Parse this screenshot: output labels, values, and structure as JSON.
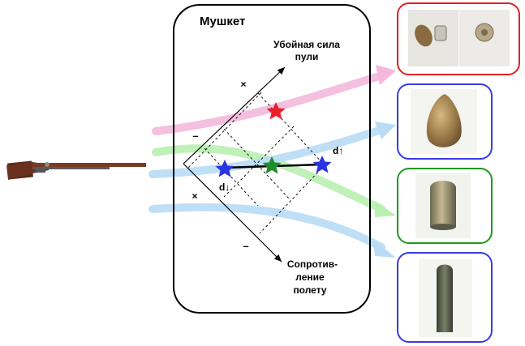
{
  "panel": {
    "title": "Мушкет",
    "axis_top_line1": "Убойная сила",
    "axis_top_line2": "пули",
    "axis_bottom_line1": "Сопротив-",
    "axis_bottom_line2": "ление",
    "axis_bottom_line3": "полету",
    "sign_plus_upper": "×",
    "sign_minus_upper": "–",
    "sign_plus_lower": "×",
    "sign_minus_lower": "–",
    "label_d_up": "d↑",
    "label_d_down": "d↓"
  },
  "colors": {
    "red": "#e8202a",
    "green": "#1e8c2a",
    "blue": "#2a35e0",
    "pink_arrow": "#f4b8dc",
    "green_arrow": "#b8f0b0",
    "blue_arrow": "#b8dcf6",
    "box_red": "#e02020",
    "box_blue": "#3a3ae0",
    "box_green": "#1e9a1e"
  },
  "images": [
    {
      "name": "bullet-cartridge-images",
      "border": "red"
    },
    {
      "name": "ball-bullet-image",
      "border": "blue"
    },
    {
      "name": "conical-bullet-image",
      "border": "green"
    },
    {
      "name": "elongated-bullet-image",
      "border": "blue"
    }
  ]
}
